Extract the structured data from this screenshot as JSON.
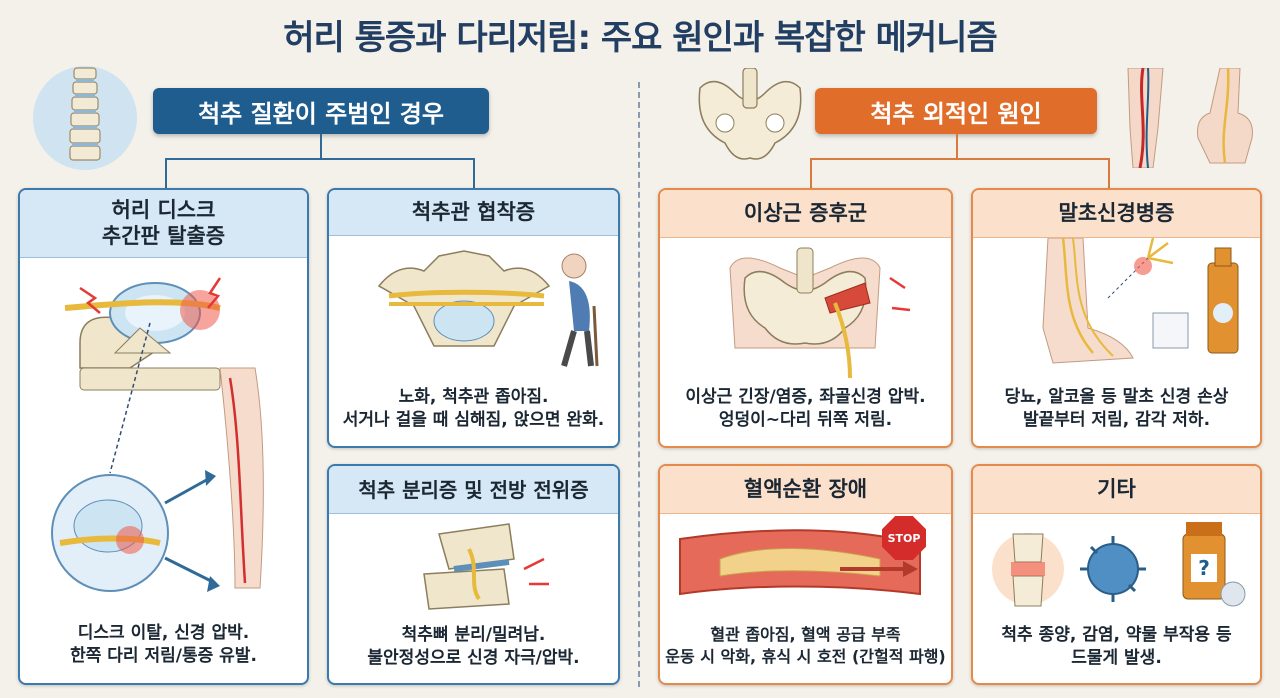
{
  "title": "허리 통증과 다리저림: 주요 원인과 복잡한 메커니즘",
  "sections": {
    "spinal": {
      "label": "척추 질환이 주범인 경우"
    },
    "extra_spinal": {
      "label": "척추 외적인 원인"
    }
  },
  "cards": {
    "disc": {
      "title_line1": "허리 디스크",
      "title_line2": "추간판 탈출증",
      "caption_line1": "디스크 이탈, 신경 압박.",
      "caption_line2": "한쪽 다리 저림/통증 유발."
    },
    "stenosis": {
      "title": "척추관 협착증",
      "caption_line1": "노화, 척추관 좁아짐.",
      "caption_line2": "서거나 걸을 때 심해짐, 앉으면 완화."
    },
    "spondylolysis": {
      "title": "척추 분리증 및 전방 전위증",
      "caption_line1": "척추뼈 분리/밀려남.",
      "caption_line2": "불안정성으로 신경 자극/압박."
    },
    "piriformis": {
      "title": "이상근 증후군",
      "caption_line1": "이상근 긴장/염증, 좌골신경 압박.",
      "caption_line2": "엉덩이~다리 뒤쪽 저림."
    },
    "neuropathy": {
      "title": "말초신경병증",
      "caption_line1": "당뇨, 알코올 등 말초 신경 손상",
      "caption_line2": "발끝부터 저림, 감각 저하."
    },
    "circulation": {
      "title": "혈액순환 장애",
      "stop_sign": "STOP",
      "caption_line1": "혈관 좁아짐, 혈액 공급 부족",
      "caption_line2": "운동 시 악화, 휴식 시 호전 (간헐적 파행)"
    },
    "other": {
      "title": "기타",
      "caption_line1": "척추 종양, 감염, 약물 부작용 등",
      "caption_line2": "드물게 발생."
    }
  },
  "colors": {
    "blue_accent": "#1e5d8d",
    "orange_accent": "#e06d2a",
    "title_color": "#233e63"
  }
}
